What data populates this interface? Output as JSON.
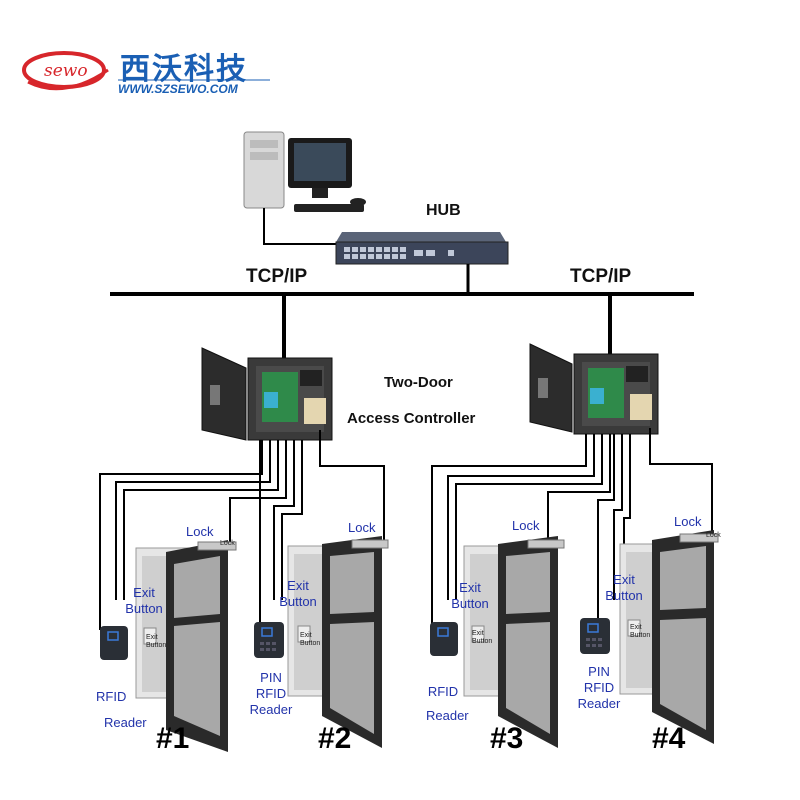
{
  "logo": {
    "mark": "sewo",
    "company_cn": "西沃科技",
    "url": "WWW.SZSEWO.COM",
    "colors": {
      "red": "#d7262b",
      "blue": "#1a5fb4"
    }
  },
  "network": {
    "hub_label": "HUB",
    "tcpip_left": "TCP/IP",
    "tcpip_right": "TCP/IP",
    "controller_title_line1": "Two-Door",
    "controller_title_line2": "Access Controller"
  },
  "doors": [
    {
      "number": "#1",
      "lock": "Lock",
      "lock_small": "Lock",
      "exit_button": [
        "Exit",
        "Button"
      ],
      "exit_small": [
        "Exit",
        "Button"
      ],
      "reader": [
        "RFID",
        "Reader"
      ]
    },
    {
      "number": "#2",
      "lock": "Lock",
      "exit_button": [
        "Exit",
        "Button"
      ],
      "exit_small": [
        "Exit",
        "Button"
      ],
      "reader": [
        "PIN",
        "RFID",
        "Reader"
      ]
    },
    {
      "number": "#3",
      "lock": "Lock",
      "exit_button": [
        "Exit",
        "Button"
      ],
      "exit_small": [
        "Exit",
        "Button"
      ],
      "reader": [
        "RFID",
        "Reader"
      ]
    },
    {
      "number": "#4",
      "lock": "Lock",
      "lock_small": "Lock",
      "exit_button": [
        "Exit",
        "Button"
      ],
      "exit_small": [
        "Exit",
        "Button"
      ],
      "reader": [
        "PIN",
        "RFID",
        "Reader"
      ]
    }
  ]
}
